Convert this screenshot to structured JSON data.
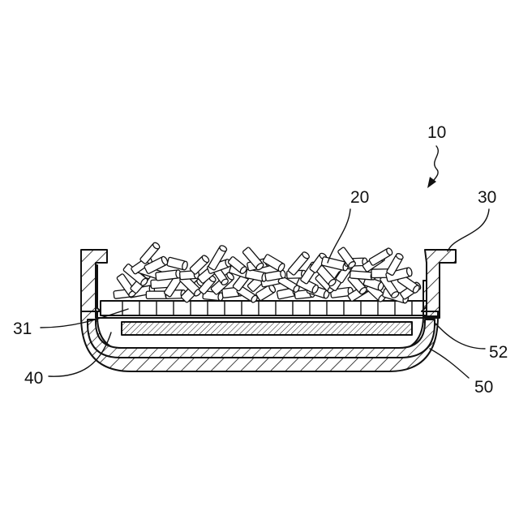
{
  "figure": {
    "labels": {
      "assembly": "10",
      "pellets": "20",
      "container": "30",
      "perforated_floor": "31",
      "heater_element": "40",
      "outer_shell": "50",
      "gap": "52"
    },
    "colors": {
      "ink": "#111111",
      "background": "#ffffff"
    }
  }
}
